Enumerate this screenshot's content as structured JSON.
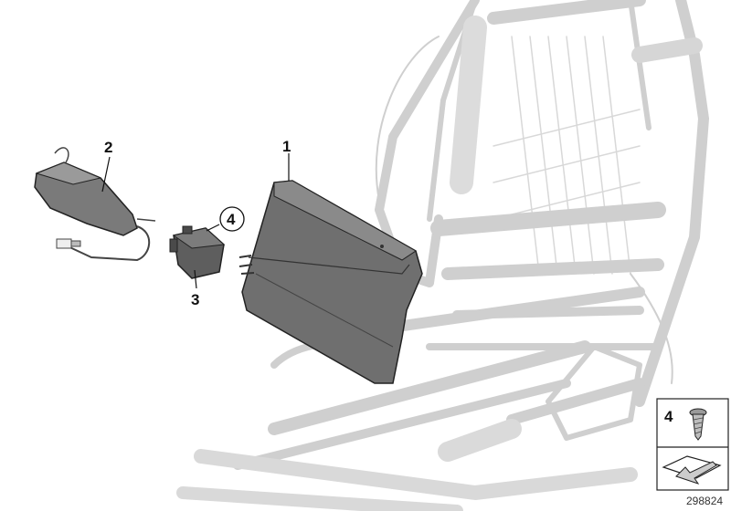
{
  "diagram": {
    "callouts": {
      "part_1": "1",
      "part_2": "2",
      "part_3": "3",
      "part_4": "4"
    },
    "legend": {
      "screw_label": "4",
      "id_number": "298824"
    }
  },
  "colors": {
    "seat_frame": "#d4d4d4",
    "part_fill": "#6f6f6f",
    "part_dark": "#4a4a4a",
    "outline": "#222222"
  }
}
